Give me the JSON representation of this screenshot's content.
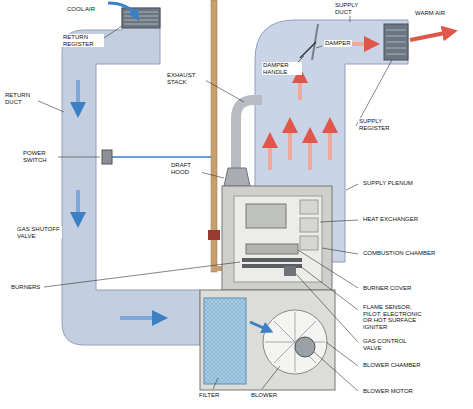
{
  "diagram": {
    "labels": [
      "COOL AIR",
      "RETURN REGISTER",
      "EXHAUST STACK",
      "SUPPLY DUCT",
      "WARM AIR",
      "DAMPER",
      "DAMPER HANDLE",
      "RETURN DUCT",
      "POWER SWITCH",
      "DRAFT HOOD",
      "SUPPLY REGISTER",
      "SUPPLY PLENUM",
      "HEAT EXCHANGER",
      "GAS SHUTOFF VALVE",
      "COMBUSTION CHAMBER",
      "BURNERS",
      "BURNER COVER",
      "FLAME SENSOR, PILOT, ELECTRONIC OR HOT SURFACE IGNITER",
      "GAS CONTROL VALVE",
      "BLOWER CHAMBER",
      "FILTER",
      "BLOWER",
      "BLOWER MOTOR"
    ]
  }
}
